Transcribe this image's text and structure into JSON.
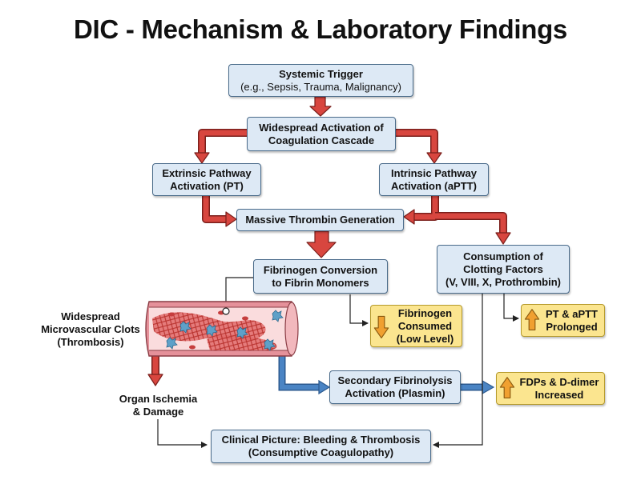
{
  "title": "DIC - Mechanism & Laboratory Findings",
  "nodes": {
    "trigger": {
      "line1": "Systemic Trigger",
      "line2": "(e.g., Sepsis, Trauma, Malignancy)"
    },
    "activation": {
      "line1": "Widespread Activation of",
      "line2": "Coagulation Cascade"
    },
    "extrinsic": {
      "line1": "Extrinsic Pathway",
      "line2": "Activation (PT)"
    },
    "intrinsic": {
      "line1": "Intrinsic Pathway",
      "line2": "Activation (aPTT)"
    },
    "thrombin": {
      "line1": "Massive Thrombin Generation"
    },
    "fibrinogen_conv": {
      "line1": "Fibrinogen Conversion",
      "line2": "to Fibrin Monomers"
    },
    "consumption": {
      "line1": "Consumption of",
      "line2": "Clotting Factors",
      "line3": "(V, VIII, X, Prothrombin)"
    },
    "microclots": {
      "line1": "Widespread",
      "line2": "Microvascular Clots",
      "line3": "(Thrombosis)"
    },
    "ischemia": {
      "line1": "Organ Ischemia",
      "line2": "& Damage"
    },
    "fibrinolysis": {
      "line1": "Secondary Fibrinolysis",
      "line2": "Activation (Plasmin)"
    },
    "clinical": {
      "line1": "Clinical Picture: Bleeding & Thrombosis",
      "line2": "(Consumptive Coagulopathy)"
    }
  },
  "findings": {
    "fibrinogen": {
      "line1": "Fibrinogen",
      "line2": "Consumed",
      "line3": "(Low Level)",
      "direction": "down"
    },
    "pt_aptt": {
      "line1": "PT & aPTT",
      "line2": "Prolonged",
      "direction": "up"
    },
    "fdp": {
      "line1": "FDPs & D-dimer",
      "line2": "Increased",
      "direction": "up"
    }
  },
  "colors": {
    "box_fill": "#dde9f5",
    "box_border": "#4a6b8a",
    "finding_fill": "#fbe58f",
    "red_arrow": "#d8463f",
    "blue_arrow": "#4a84c4",
    "orange_icon": "#f0a030",
    "vessel_wall": "#e5919a",
    "vessel_inner": "#fadcdd"
  }
}
